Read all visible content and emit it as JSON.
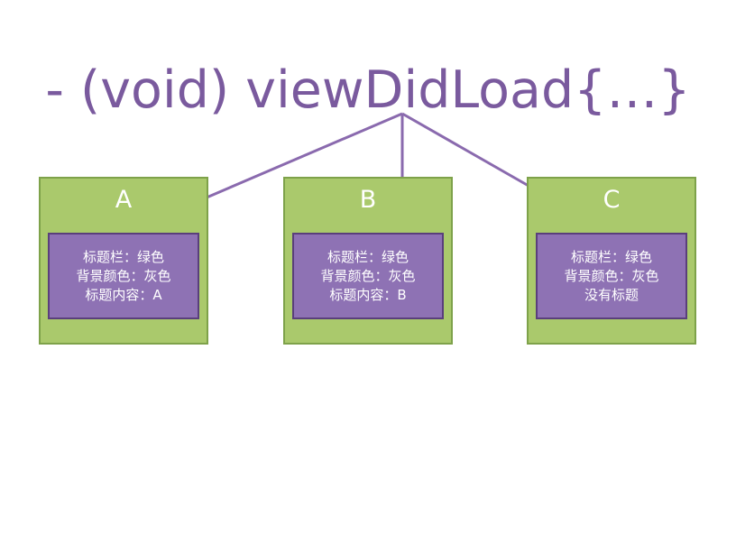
{
  "title": "- (void) viewDidLoad{…}",
  "colors": {
    "title": "#7a5a9e",
    "box_fill": "#aac96c",
    "box_border": "#7ea24a",
    "inner_fill": "#8e72b4",
    "inner_border": "#5a3f7c",
    "arrow": "#8a6aae"
  },
  "boxes": [
    {
      "label": "A",
      "lines": [
        "标题栏：绿色",
        "背景颜色：灰色",
        "标题内容：A"
      ]
    },
    {
      "label": "B",
      "lines": [
        "标题栏：绿色",
        "背景颜色：灰色",
        "标题内容：B"
      ]
    },
    {
      "label": "C",
      "lines": [
        "标题栏：绿色",
        "背景颜色：灰色",
        "没有标题"
      ]
    }
  ]
}
